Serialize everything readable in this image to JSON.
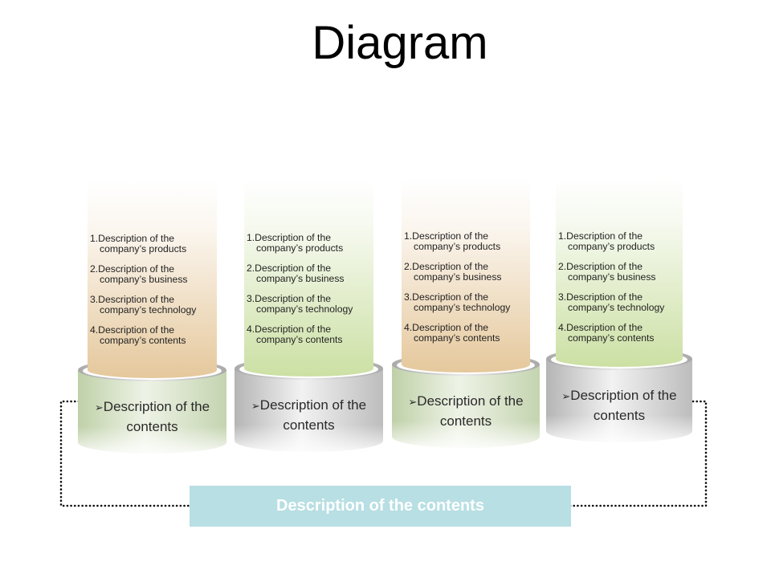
{
  "title": "Diagram",
  "columns": [
    {
      "theme": "tan",
      "items": [
        "1.Description of the company’s products",
        "2.Description of the company’s business",
        "3.Description of the company’s technology",
        "4.Description of the company’s contents"
      ],
      "base_label": "Description of the contents",
      "base_theme": "green"
    },
    {
      "theme": "green",
      "items": [
        "1.Description of the company’s products",
        "2.Description of the company’s business",
        "3.Description of the company’s technology",
        "4.Description of the company’s contents"
      ],
      "base_label": "Description of the contents",
      "base_theme": "gray"
    },
    {
      "theme": "tan",
      "items": [
        "1.Description of the company’s products",
        "2.Description of the company’s business",
        "3.Description of the company’s technology",
        "4.Description of the company’s contents"
      ],
      "base_label": "Description of the contents",
      "base_theme": "green"
    },
    {
      "theme": "green",
      "items": [
        "1.Description of the company’s products",
        "2.Description of the company’s business",
        "3.Description of the company’s technology",
        "4.Description of the company’s contents"
      ],
      "base_label": "Description of the contents",
      "base_theme": "gray"
    }
  ],
  "bullet_icon": "arrowhead-bullet",
  "bottom_box": {
    "label": "Description of the contents"
  },
  "colors": {
    "tan_bottom": "#e5c89c",
    "green_bottom": "#cce0a4",
    "base_green": "#cfdcbd",
    "base_gray": "#c6c6c6",
    "bottom_box": "#b8dfe3"
  }
}
